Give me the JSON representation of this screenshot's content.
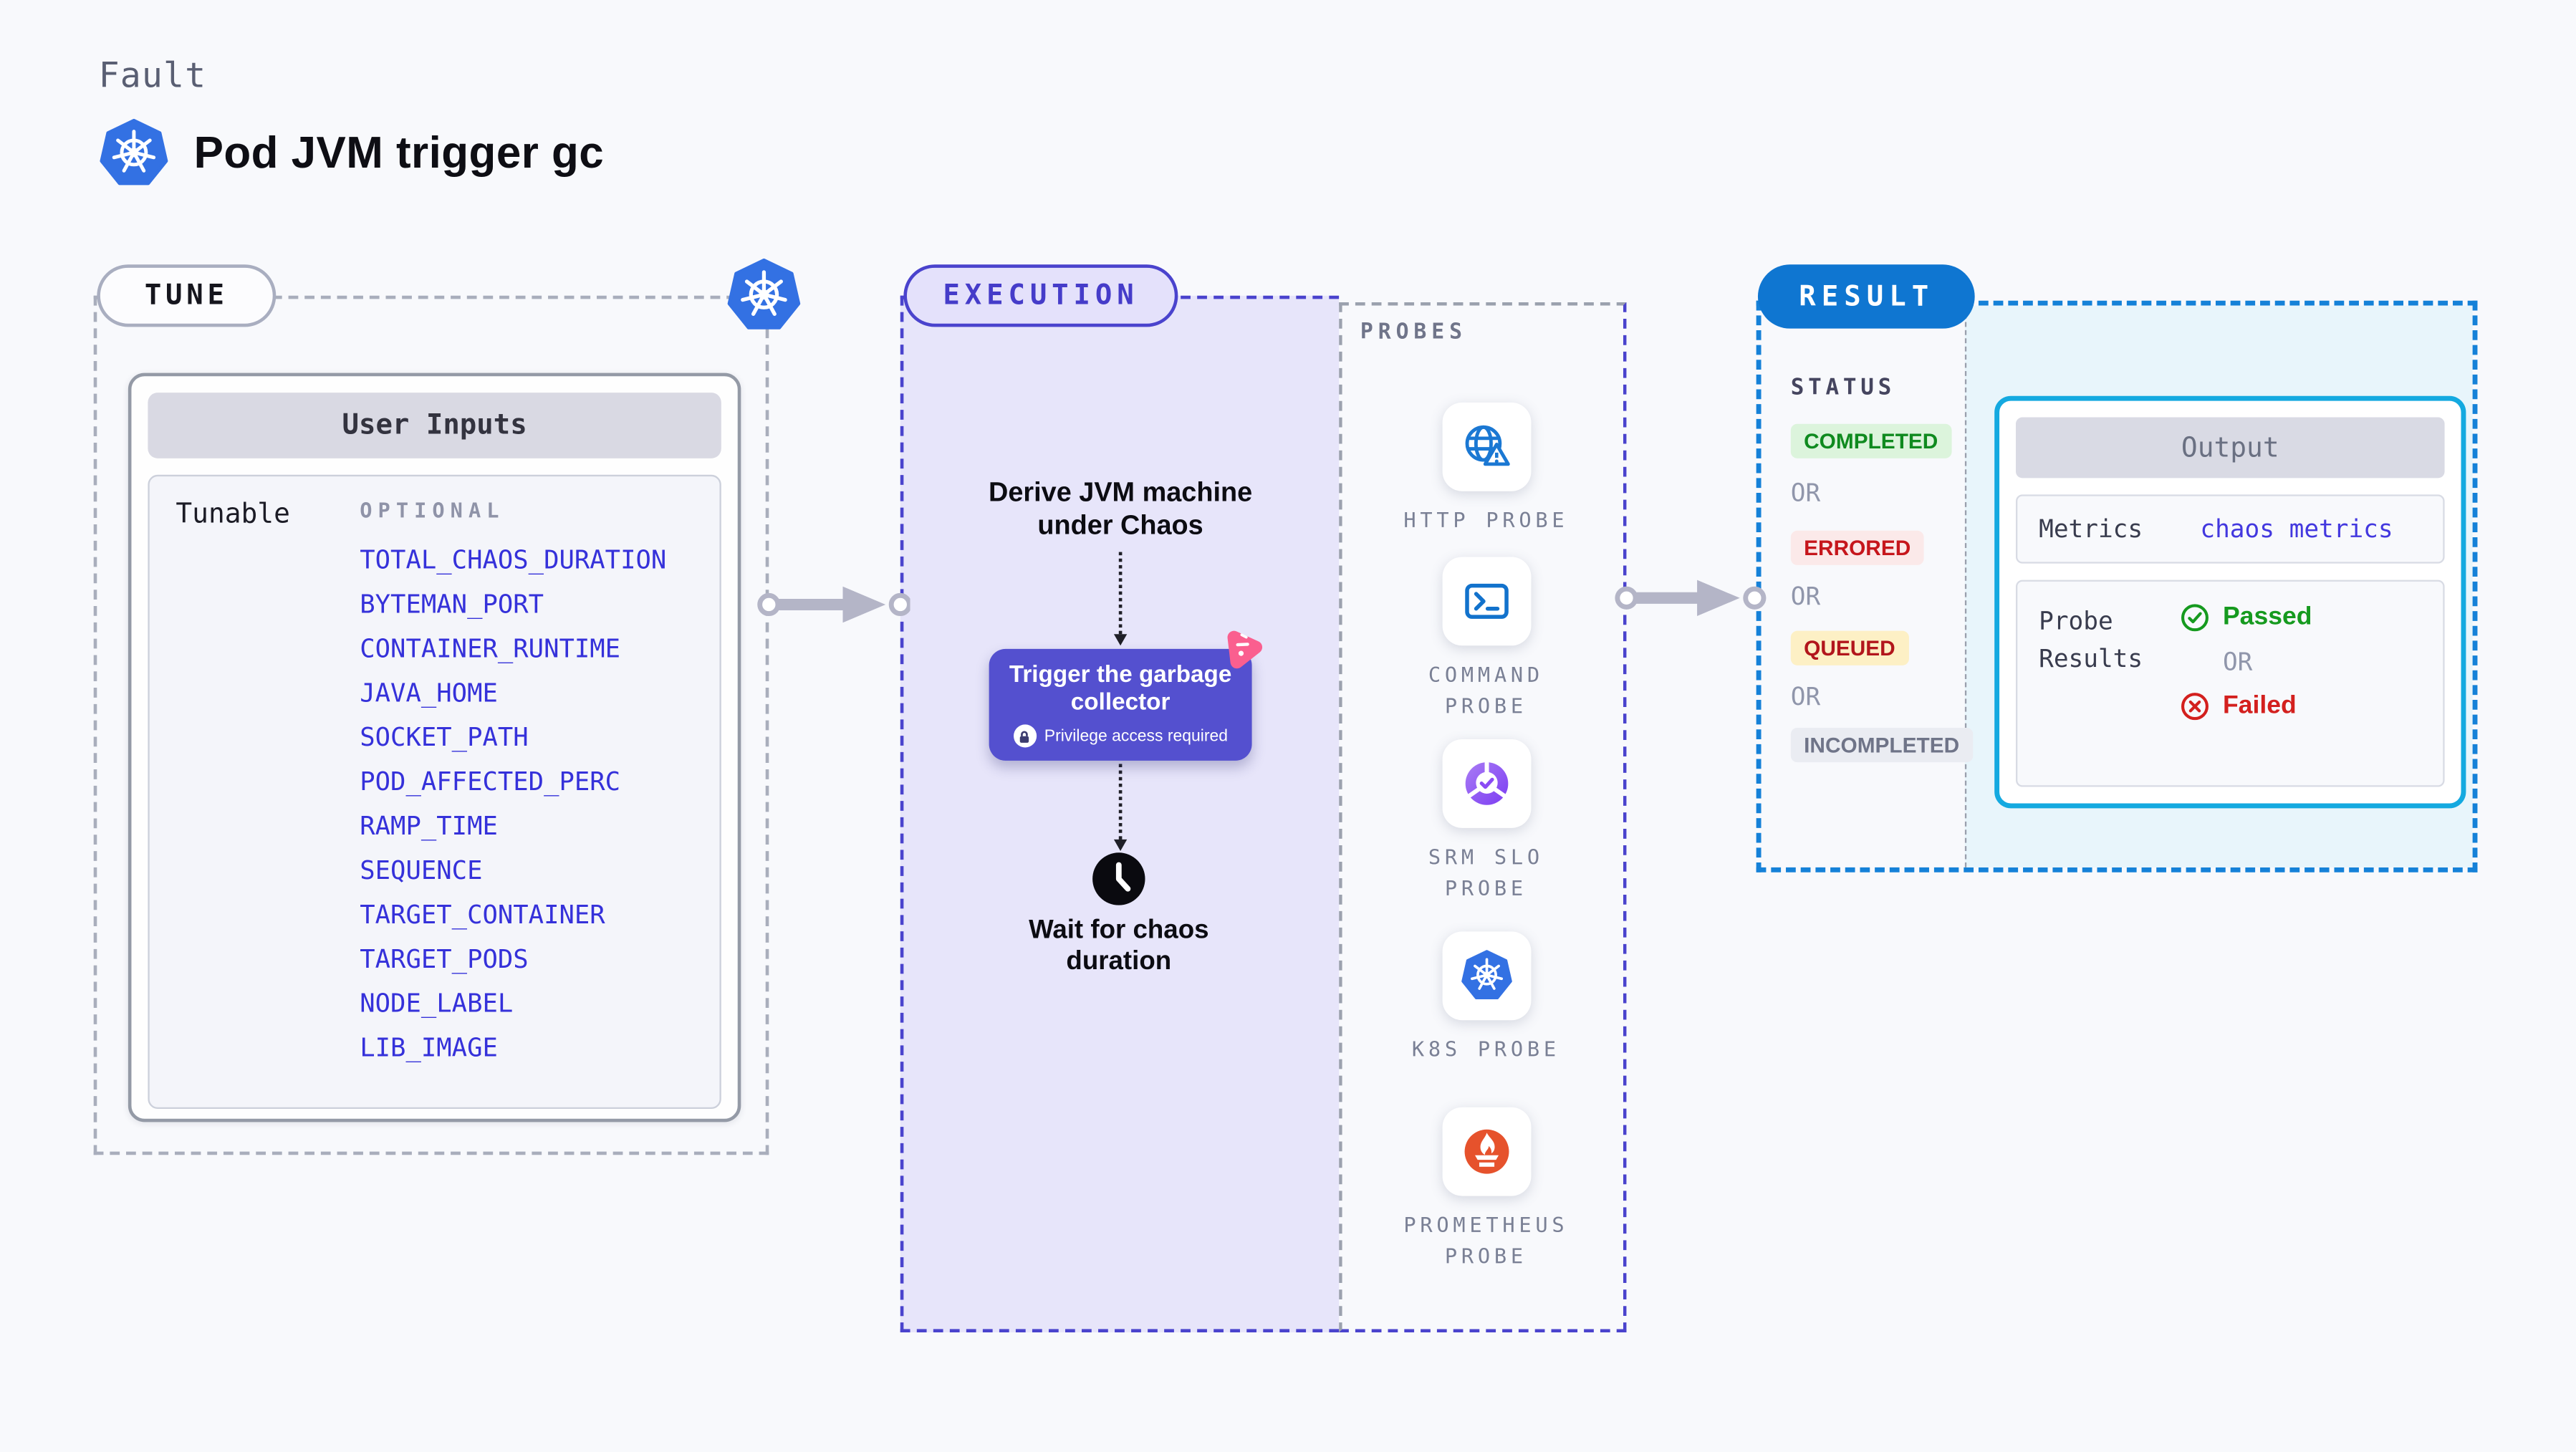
{
  "header": {
    "kicker": "Fault",
    "title": "Pod JVM trigger gc"
  },
  "tune": {
    "label": "TUNE",
    "card_header": "User Inputs",
    "row_label": "Tunable",
    "column_label": "OPTIONAL",
    "env_vars": [
      "TOTAL_CHAOS_DURATION",
      "BYTEMAN_PORT",
      "CONTAINER_RUNTIME",
      "JAVA_HOME",
      "SOCKET_PATH",
      "POD_AFFECTED_PERC",
      "RAMP_TIME",
      "SEQUENCE",
      "TARGET_CONTAINER",
      "TARGET_PODS",
      "NODE_LABEL",
      "LIB_IMAGE"
    ]
  },
  "execution": {
    "label": "EXECUTION",
    "derive_text": "Derive JVM machine under Chaos",
    "trigger_title": "Trigger the garbage collector",
    "trigger_badge": "Privilege access required",
    "wait_text": "Wait for chaos duration"
  },
  "probes": {
    "label": "PROBES",
    "items": [
      {
        "label": "HTTP PROBE",
        "icon": "globe-warning-icon"
      },
      {
        "label": "COMMAND PROBE",
        "icon": "terminal-icon"
      },
      {
        "label": "SRM SLO PROBE",
        "icon": "slo-donut-icon"
      },
      {
        "label": "K8S PROBE",
        "icon": "kubernetes-icon"
      },
      {
        "label": "PROMETHEUS PROBE",
        "icon": "prometheus-icon"
      }
    ]
  },
  "result": {
    "label": "RESULT",
    "status_header": "STATUS",
    "or_label": "OR",
    "statuses": [
      {
        "label": "COMPLETED",
        "type": "success"
      },
      {
        "label": "ERRORED",
        "type": "error"
      },
      {
        "label": "QUEUED",
        "type": "warning"
      },
      {
        "label": "INCOMPLETED",
        "type": "neutral"
      }
    ],
    "output": {
      "header": "Output",
      "metrics_label": "Metrics",
      "metrics_value": "chaos metrics",
      "probe_results_label": "Probe Results",
      "passed_label": "Passed",
      "failed_label": "Failed"
    }
  },
  "colors": {
    "page_bg": "#f8f9fc",
    "indigo_accent": "#4a43cd",
    "exec_fill": "#e7e5fa",
    "node_fill": "#5450cf",
    "result_blue": "#0f76d1",
    "result_border": "#1581d8",
    "output_border": "#14a9e0",
    "output_fill": "#e8f5fb",
    "env_link": "#3531da",
    "success_green": "#0f8a1f",
    "error_red": "#c6161c",
    "warn_bg": "#fdf0c5",
    "k8s_blue": "#3371e3",
    "prometheus_orange": "#e6522c",
    "chaos_pink": "#fa5f8f",
    "arrow_gray": "#b4b5c7"
  }
}
